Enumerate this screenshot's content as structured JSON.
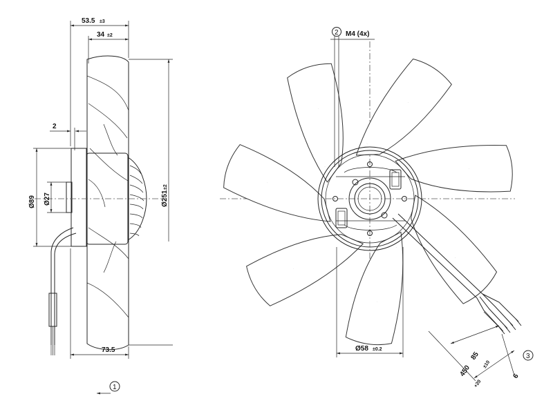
{
  "side_view": {
    "dims": {
      "overall_depth": "53.5",
      "overall_depth_tol": "±3",
      "blade_depth": "34",
      "blade_depth_tol": "±2",
      "flange_gap": "2",
      "motor_dia": "Ø89",
      "shaft_dia": "Ø27",
      "fan_dia": "Ø251",
      "fan_dia_tol": "±2",
      "cable_offset": "73.5"
    },
    "callout_airflow": "1"
  },
  "front_view": {
    "dims": {
      "hub_dia": "Ø58",
      "hub_dia_tol": "±0.2",
      "screw_label": "M4 (4x)",
      "screw_callout": "2",
      "cable_len_1": "85",
      "cable_len_1_tol": "±10",
      "cable_len_2": "450",
      "cable_len_2_tol": "+20",
      "wire_strip": "6",
      "cable_callout": "3"
    }
  }
}
